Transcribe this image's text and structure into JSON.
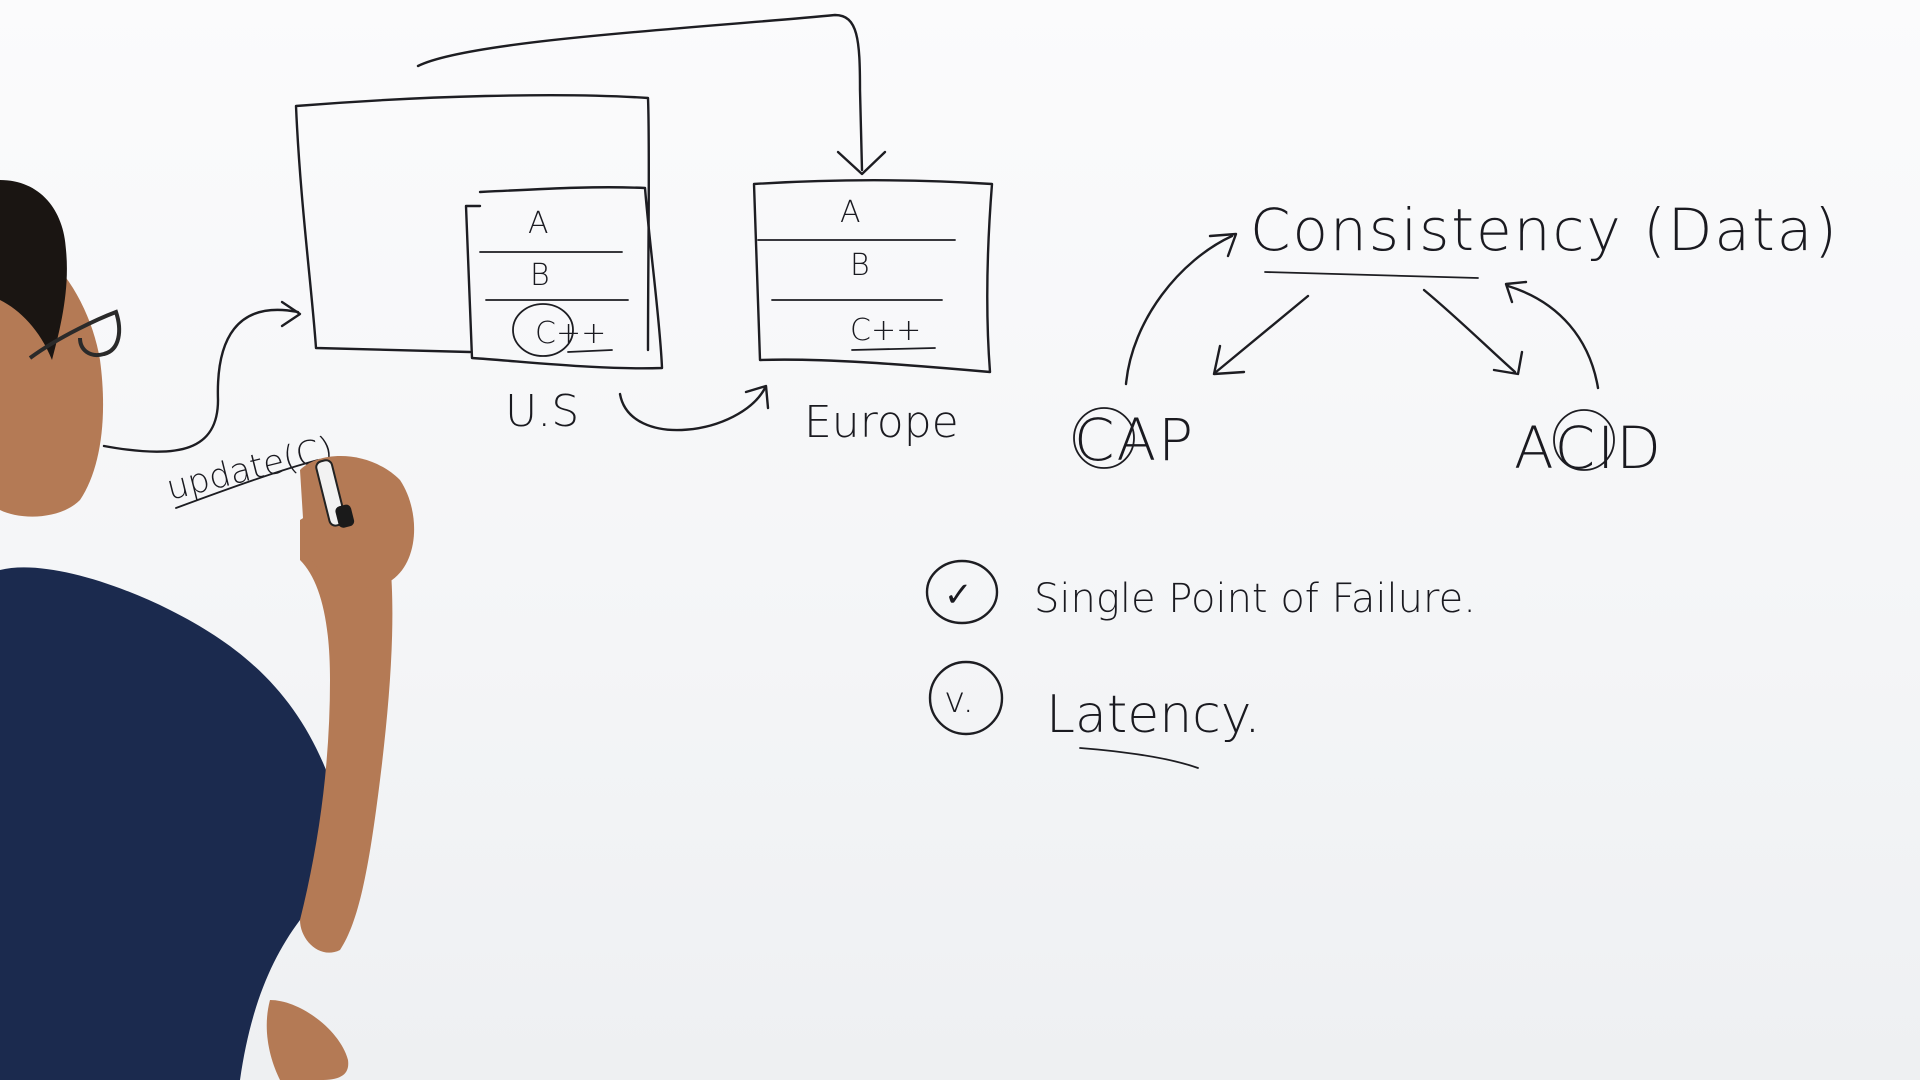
{
  "board": {
    "us_table": {
      "rows": [
        "A",
        "B",
        "C++"
      ],
      "label": "U.S"
    },
    "europe_table": {
      "rows": [
        "A",
        "B",
        "C++"
      ],
      "label": "Europe"
    },
    "update_call": "update(C)",
    "consistency": "Consistency (Data)",
    "cap": "CAP",
    "acid": "ACID",
    "checklist": [
      {
        "mark": "✓",
        "text": "Single Point of Failure."
      },
      {
        "mark": "v.",
        "text": "Latency."
      }
    ]
  },
  "colors": {
    "ink": "#1d1d22",
    "shirt": "#1b2a4e",
    "skin": "#b47a55",
    "hair": "#1a1512"
  }
}
